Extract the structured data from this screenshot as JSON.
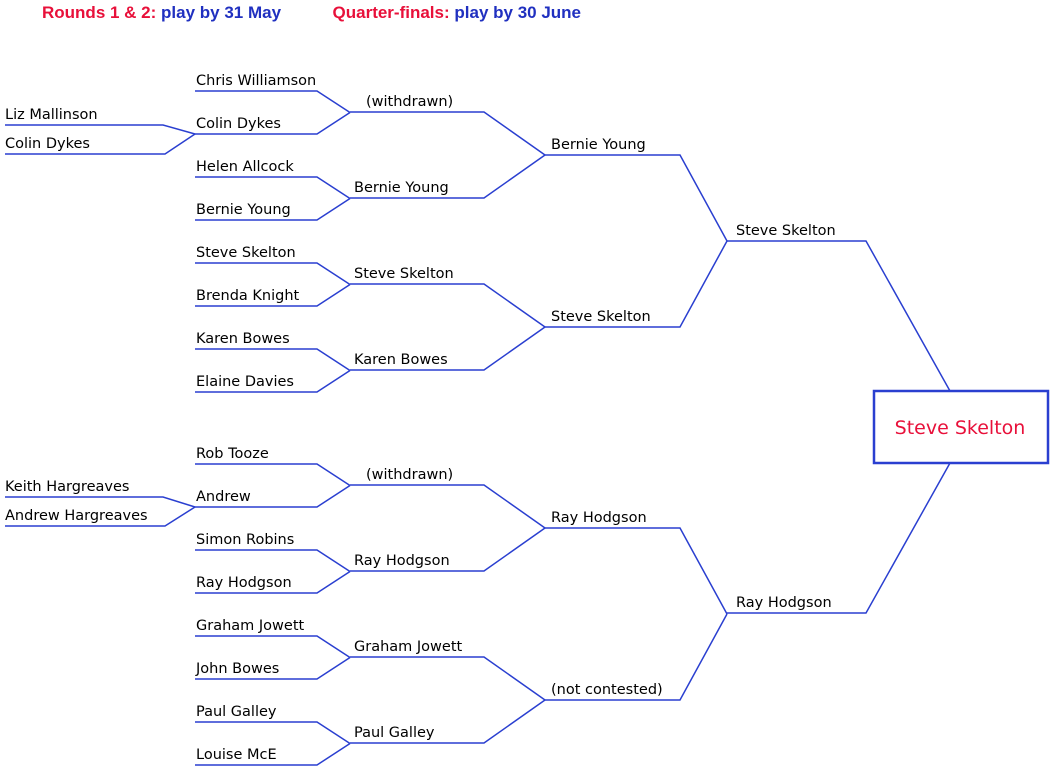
{
  "header": {
    "rounds_label": "Rounds 1 & 2:",
    "rounds_date": "play by 31 May",
    "qf_label": "Quarter-finals:",
    "qf_date": "play by 30 June"
  },
  "colors": {
    "line": "#2a3fd0",
    "label_red": "#e8103a",
    "label_blue": "#2030c0"
  },
  "preliminary": [
    [
      "Liz Mallinson",
      "Colin Dykes"
    ],
    [
      "Keith Hargreaves",
      "Andrew Hargreaves"
    ]
  ],
  "round1": [
    "Chris Williamson",
    "Colin Dykes",
    "Helen Allcock",
    "Bernie Young",
    "Steve Skelton",
    "Brenda Knight",
    "Karen Bowes",
    "Elaine Davies",
    "Rob Tooze",
    "Andrew",
    "Simon Robins",
    "Ray Hodgson",
    "Graham Jowett",
    "John Bowes",
    "Paul Galley",
    "Louise McE"
  ],
  "round2": [
    "(withdrawn)",
    "Bernie Young",
    "Steve Skelton",
    "Karen Bowes",
    "(withdrawn)",
    "Ray Hodgson",
    "Graham Jowett",
    "Paul Galley"
  ],
  "round3": [
    "Bernie Young",
    "Steve Skelton",
    "Ray Hodgson",
    "(not contested)"
  ],
  "round4": [
    "Steve Skelton",
    "Ray Hodgson"
  ],
  "winner": "Steve Skelton"
}
